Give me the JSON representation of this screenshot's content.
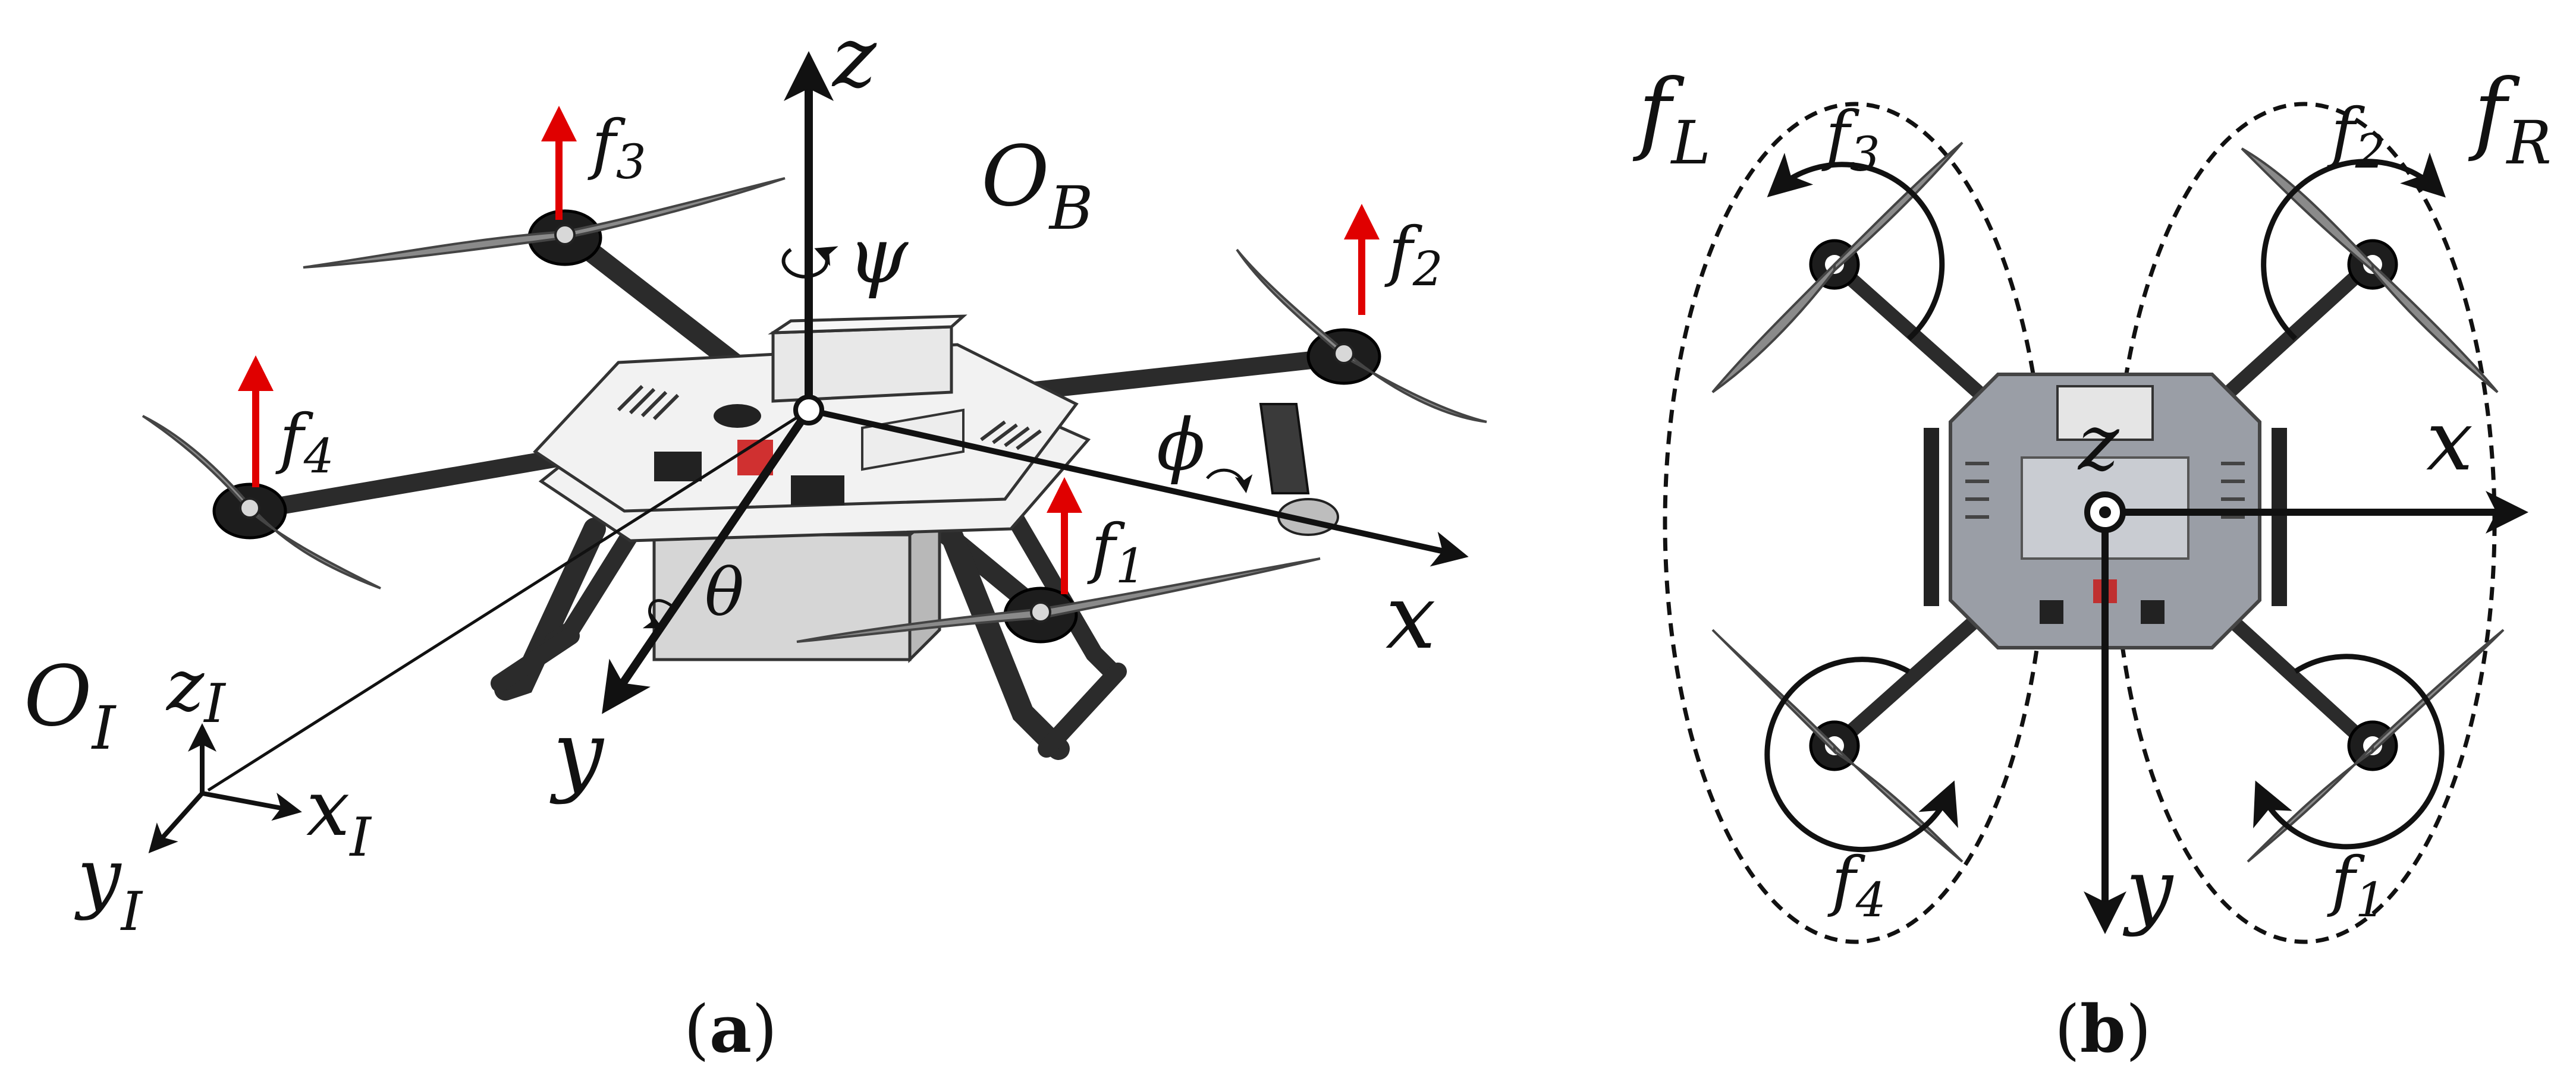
{
  "panel_a": {
    "caption_open": "(",
    "caption_letter": "a",
    "caption_close": ")",
    "axis_z": "z",
    "axis_x": "x",
    "axis_y": "y",
    "origin_body": "O",
    "origin_body_sub": "B",
    "origin_inertial": "O",
    "origin_inertial_sub": "I",
    "inertial_z": "z",
    "inertial_z_sub": "I",
    "inertial_x": "x",
    "inertial_x_sub": "I",
    "inertial_y": "y",
    "inertial_y_sub": "I",
    "yaw": "ψ",
    "roll": "ϕ",
    "pitch": "θ",
    "thrusts": [
      {
        "base": "f",
        "sub": "1"
      },
      {
        "base": "f",
        "sub": "2"
      },
      {
        "base": "f",
        "sub": "3"
      },
      {
        "base": "f",
        "sub": "4"
      }
    ]
  },
  "panel_b": {
    "caption_open": "(",
    "caption_letter": "b",
    "caption_close": ")",
    "axis_z": "z",
    "axis_x": "x",
    "axis_y": "y",
    "group_left": {
      "base": "f",
      "sub": "L"
    },
    "group_right": {
      "base": "f",
      "sub": "R"
    },
    "thrusts": [
      {
        "base": "f",
        "sub": "1"
      },
      {
        "base": "f",
        "sub": "2"
      },
      {
        "base": "f",
        "sub": "3"
      },
      {
        "base": "f",
        "sub": "4"
      }
    ]
  },
  "colors": {
    "thrust_arrow": "#e00000",
    "axes": "#111111",
    "propeller": "#8a8a8a",
    "body_plate": "#f2f2f2",
    "top_body": "#9a9ea6"
  },
  "icons": [
    "quadrotor-isometric",
    "quadrotor-top-view",
    "rotation-arrow"
  ]
}
